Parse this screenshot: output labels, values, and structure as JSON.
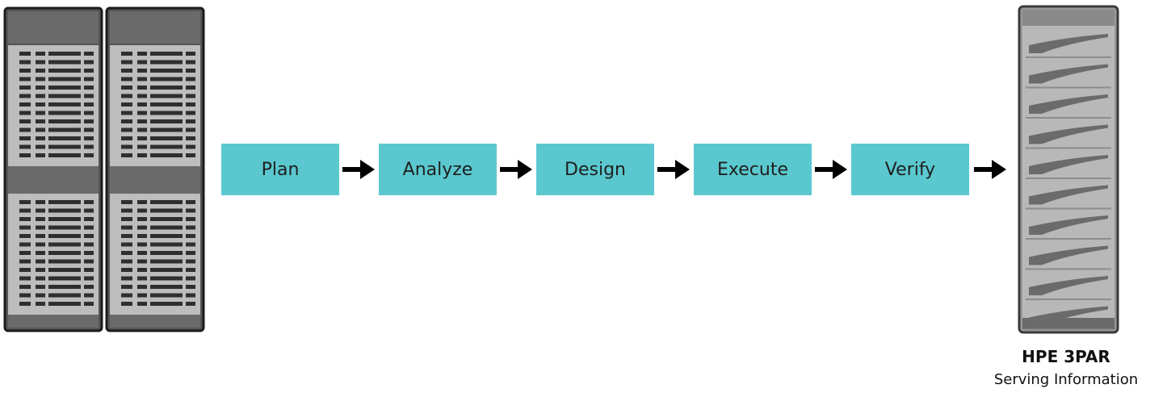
{
  "diagram": {
    "source": {
      "icon": "server-rack-icon"
    },
    "steps": [
      {
        "label": "Plan"
      },
      {
        "label": "Analyze"
      },
      {
        "label": "Design"
      },
      {
        "label": "Execute"
      },
      {
        "label": "Verify"
      }
    ],
    "target": {
      "icon": "storage-array-icon",
      "title": "HPE 3PAR",
      "subtitle": "Serving Information"
    },
    "colors": {
      "step_fill": "#5BC8CF",
      "arrow": "#000000",
      "rack_dark": "#3a3a3a",
      "rack_mid": "#6f6f6f",
      "rack_light": "#bfbfbf"
    }
  }
}
